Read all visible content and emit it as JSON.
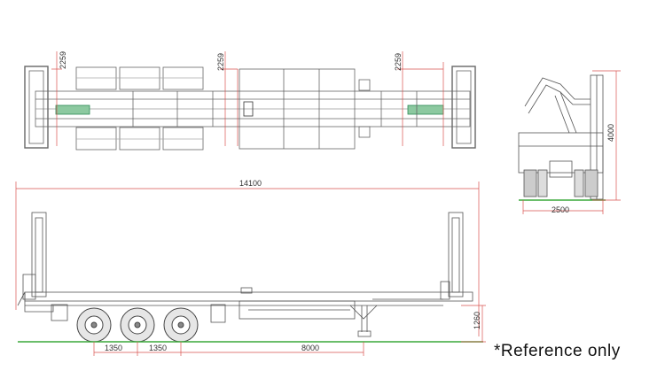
{
  "dimensions": {
    "top_gap_left": "2259",
    "top_gap_mid": "2259",
    "top_gap_right": "2259",
    "overall_length": "14100",
    "height": "4000",
    "width": "2500",
    "ride_height": "1260",
    "axle_spacing_1": "1350",
    "axle_spacing_2": "1350",
    "wheelbase": "8000"
  },
  "note": "*Reference only",
  "colors": {
    "line": "#555555",
    "dim": "#d9534f",
    "ground": "#3aa83a",
    "accent": "#2e8b57"
  }
}
